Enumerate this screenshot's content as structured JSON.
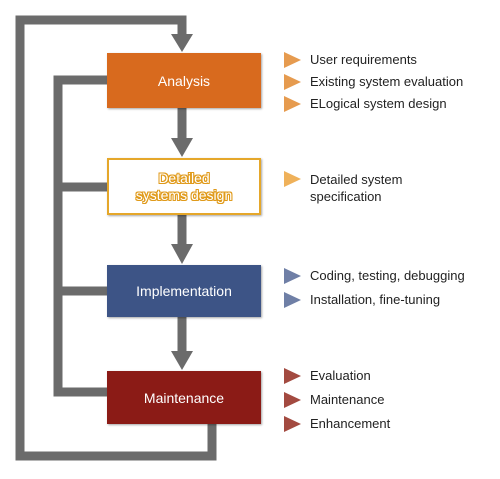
{
  "stages": [
    {
      "label": "Analysis"
    },
    {
      "label_line1": "Detailed",
      "label_line2": "systems design"
    },
    {
      "label": "Implementation"
    },
    {
      "label": "Maintenance"
    }
  ],
  "details": {
    "analysis": [
      "User requirements",
      "Existing system evaluation",
      "ELogical system design"
    ],
    "design": [
      "Detailed system",
      "specification"
    ],
    "implementation": [
      "Coding, testing, debugging",
      "Installation, fine-tuning"
    ],
    "maintenance": [
      "Evaluation",
      "Maintenance",
      "Enhancement"
    ]
  },
  "colors": {
    "analysis": "#d86a1e",
    "design_border": "#e5a72a",
    "implementation": "#3d5486",
    "maintenance": "#8b1b16",
    "connector": "#6b6b6b",
    "bullet_orange": "#e69b4f",
    "bullet_blue": "#6f7fa6",
    "bullet_red": "#a34a40"
  }
}
